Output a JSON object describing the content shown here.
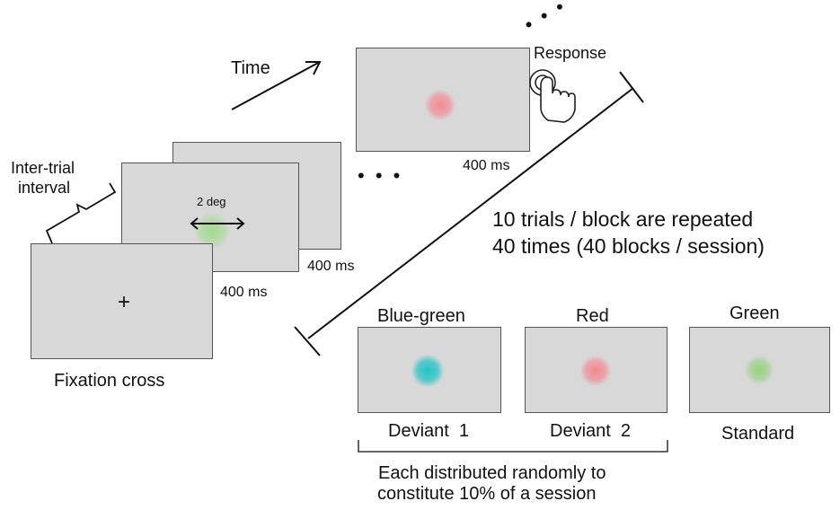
{
  "labels": {
    "time": "Time",
    "response": "Response",
    "inter_trial": [
      "Inter-trial",
      "interval"
    ],
    "deg": "2 deg",
    "dur_back": "400 ms",
    "dur_mid": "400 ms",
    "dur_top": "400 ms",
    "fixation_symbol": "+",
    "fixation_caption": "Fixation cross",
    "repeat_note": [
      "10 trials / block are repeated",
      "40 times (40 blocks / session)"
    ],
    "distribution_note": [
      "Each distributed randomly to",
      "constitute 10% of a session"
    ],
    "ellipsis": "• • •"
  },
  "stimuli": [
    {
      "name": "Blue-green",
      "role": "Deviant  1",
      "color": "#2fc8c8"
    },
    {
      "name": "Red",
      "role": "Deviant  2",
      "color": "#f07a82"
    },
    {
      "name": "Green",
      "role": "Standard",
      "color": "#8fd07a"
    }
  ],
  "colors": {
    "screen_fill": "#d8d8d8",
    "screen_border": "#555555",
    "trial_green": "#9fd88a",
    "trial_red": "#f28a90"
  },
  "icons": [
    "double-arrow-icon",
    "time-arrow-icon",
    "hand-tap-icon",
    "bracket-icon"
  ]
}
